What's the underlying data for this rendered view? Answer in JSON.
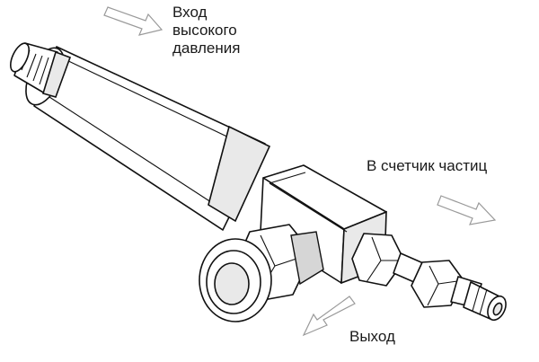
{
  "labels": {
    "inlet_line1": "Вход",
    "inlet_line2": "высокого",
    "inlet_line3": "давления",
    "counter": "В счетчик частиц",
    "outlet": "Выход"
  },
  "colors": {
    "line": "#111111",
    "arrow_outline": "#9a9a9a",
    "shading": "#e9e9e9",
    "text": "#1a1a1a"
  }
}
